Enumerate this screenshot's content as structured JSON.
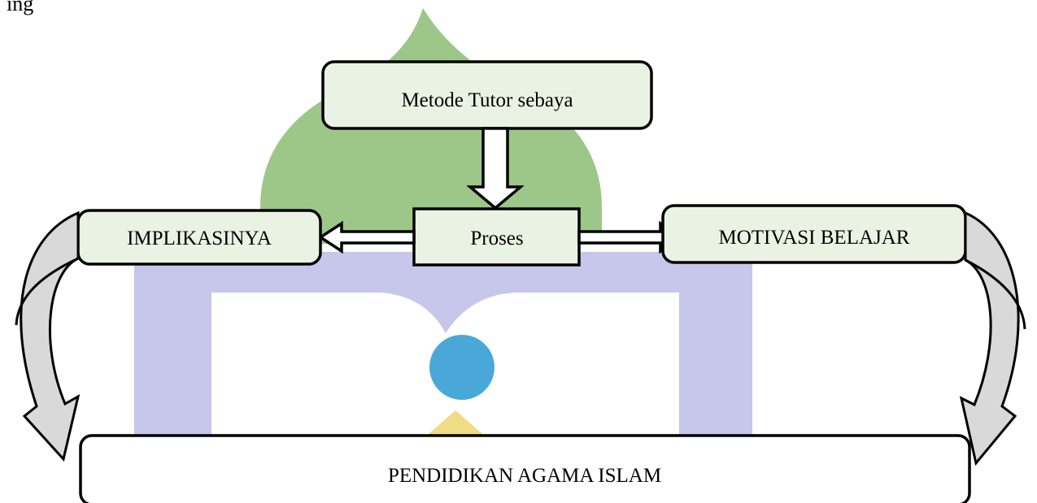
{
  "page_top_text": "ing",
  "colors": {
    "box_fill": "#eaf3e3",
    "stroke": "#000000",
    "curved_arrow_fill": "#d9d9d9",
    "watermark_green": "#9cc788",
    "watermark_blue": "#c7c7ec",
    "watermark_globe": "#4aa8d8",
    "watermark_yellow": "#f0dc84"
  },
  "diagram": {
    "top_box": {
      "label": "Metode Tutor sebaya"
    },
    "center_box": {
      "label": "Proses"
    },
    "left_box": {
      "label": "IMPLIKASINYA"
    },
    "right_box": {
      "label": "MOTIVASI BELAJAR"
    },
    "bottom_box": {
      "label": "PENDIDIKAN AGAMA ISLAM"
    }
  }
}
